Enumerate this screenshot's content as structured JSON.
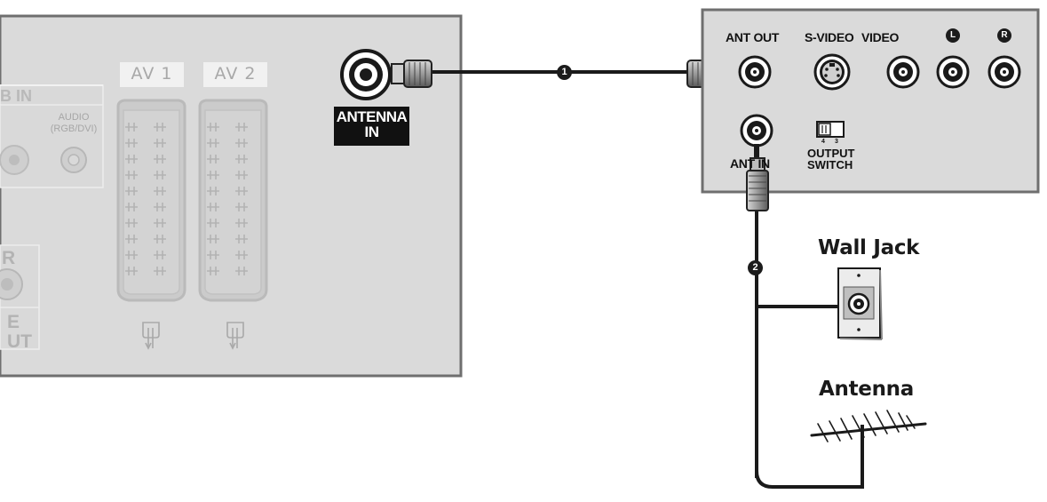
{
  "tv_panel": {
    "av1_label": "AV 1",
    "av2_label": "AV 2",
    "rgb_in_label": "B IN",
    "audio_label": "AUDIO\n(RGB/DVI)",
    "side_label_top": "R",
    "side_label_bottom": "E\nUT",
    "antenna_in_label": "ANTENNA\nIN"
  },
  "box_panel": {
    "ant_out_label": "ANT OUT",
    "svideo_label": "S-VIDEO",
    "video_label": "VIDEO",
    "left_label": "L",
    "right_label": "R",
    "ant_in_label": "ANT IN",
    "switch_num_left": "4",
    "switch_num_right": "3",
    "output_switch_label": "OUTPUT\nSWITCH"
  },
  "wall_jack_label": "Wall Jack",
  "antenna_label": "Antenna",
  "step_badges": [
    "1",
    "2"
  ],
  "icons": [
    "scart-icon",
    "coax-port-icon",
    "coax-plug-icon",
    "svideo-port-icon",
    "slide-switch-icon",
    "wall-jack-icon",
    "antenna-icon",
    "scart-symbol-icon"
  ],
  "colors": {
    "panel_bg": "#dadada",
    "panel_border": "#7a7a7a",
    "cable": "#1a1a1a",
    "label_bg_dark": "#111111"
  }
}
